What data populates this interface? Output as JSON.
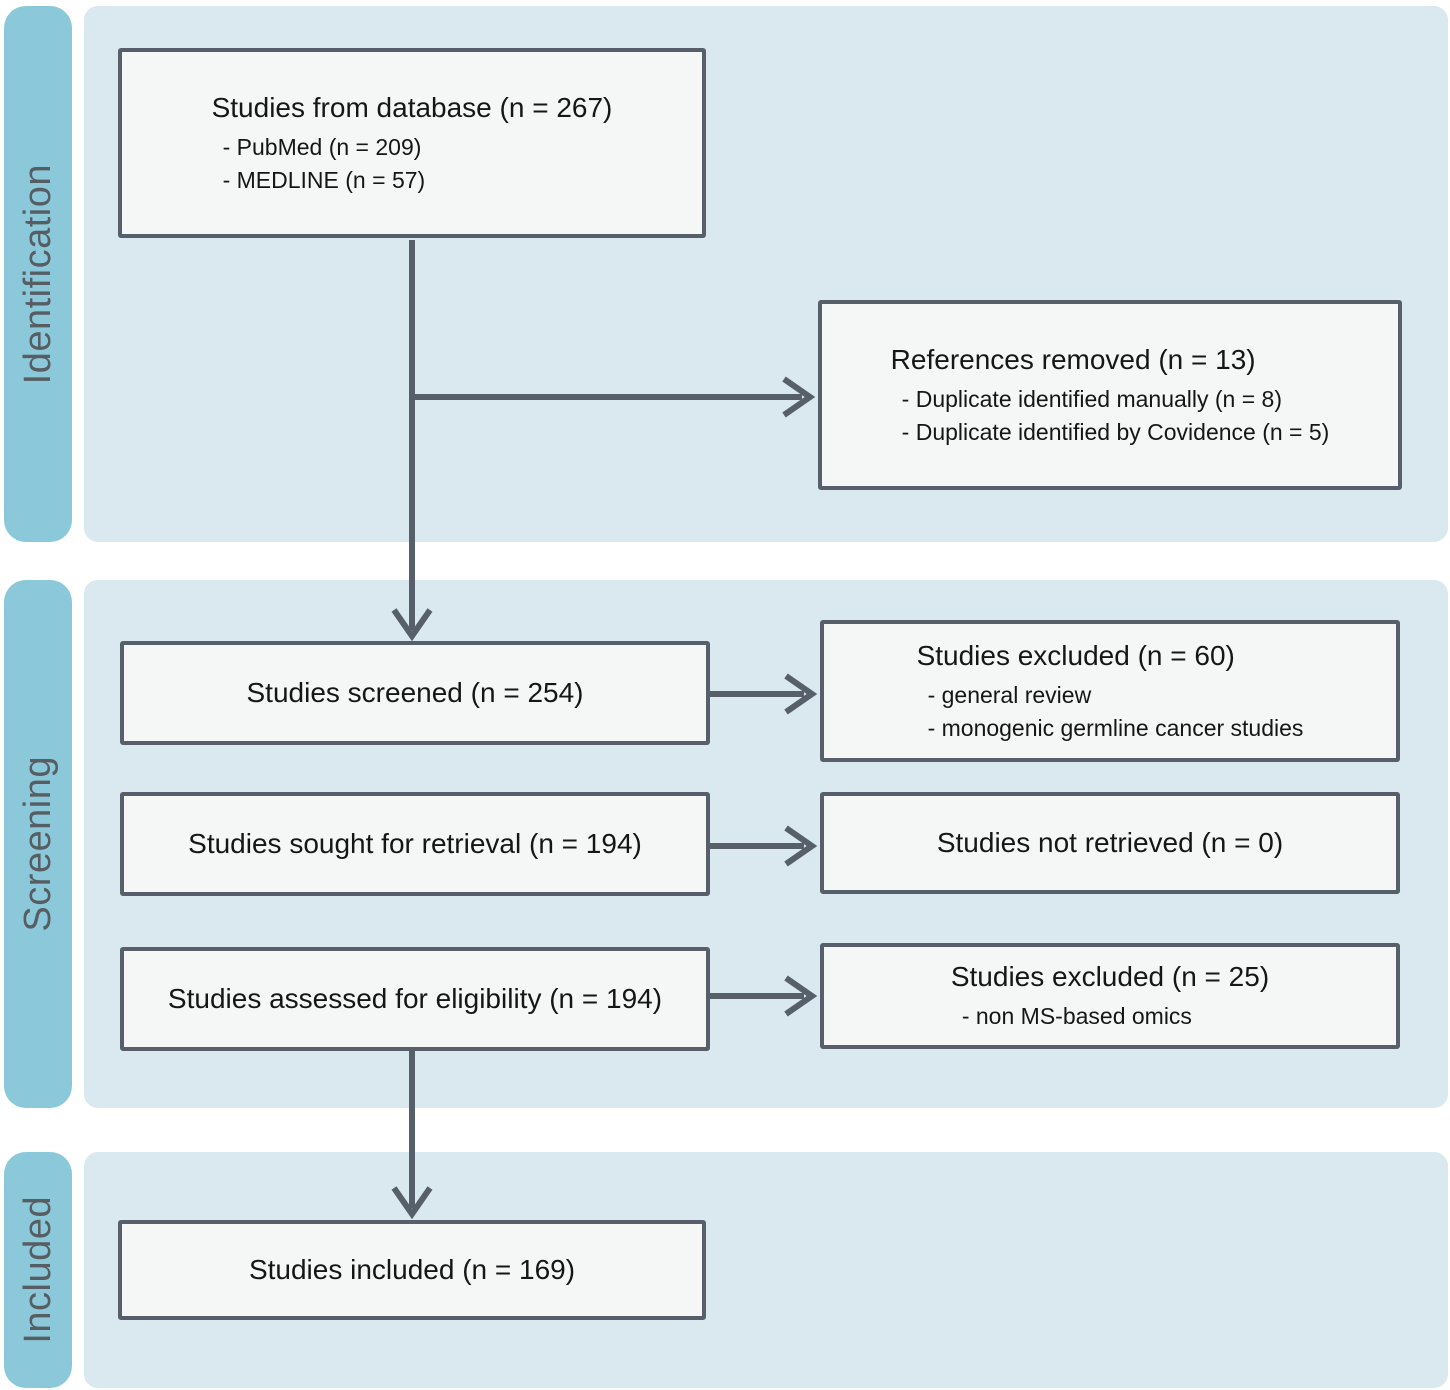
{
  "diagram": {
    "type": "prisma-flow-diagram",
    "phases": [
      {
        "id": "identification",
        "label": "Identification"
      },
      {
        "id": "screening",
        "label": "Screening"
      },
      {
        "id": "included",
        "label": "Included"
      }
    ],
    "boxes": {
      "database": {
        "title": "Studies from database (n = 267)",
        "bullets": [
          "- PubMed (n = 209)",
          "- MEDLINE (n = 57)"
        ]
      },
      "references_removed": {
        "title": "References removed (n = 13)",
        "bullets": [
          "- Duplicate identified manually (n = 8)",
          "- Duplicate identified by Covidence (n = 5)"
        ]
      },
      "screened": {
        "title": "Studies screened (n = 254)"
      },
      "excluded_screening": {
        "title": "Studies excluded (n = 60)",
        "bullets": [
          "- general review",
          "- monogenic germline cancer studies"
        ]
      },
      "sought_retrieval": {
        "title": "Studies sought for retrieval (n = 194)"
      },
      "not_retrieved": {
        "title": "Studies not retrieved (n = 0)"
      },
      "assessed": {
        "title": "Studies assessed for eligibility (n = 194)"
      },
      "excluded_eligibility": {
        "title": "Studies excluded (n = 25)",
        "bullets": [
          "- non MS-based omics"
        ]
      },
      "included": {
        "title": "Studies included (n = 169)"
      }
    },
    "colors": {
      "phase_tab": "#8bc9da",
      "phase_band": "#d9e9ef",
      "box_fill": "#f5f6f6",
      "box_border": "#57606a",
      "arrow": "#57606a",
      "tab_text": "#565d63",
      "box_text": "#161616"
    }
  }
}
